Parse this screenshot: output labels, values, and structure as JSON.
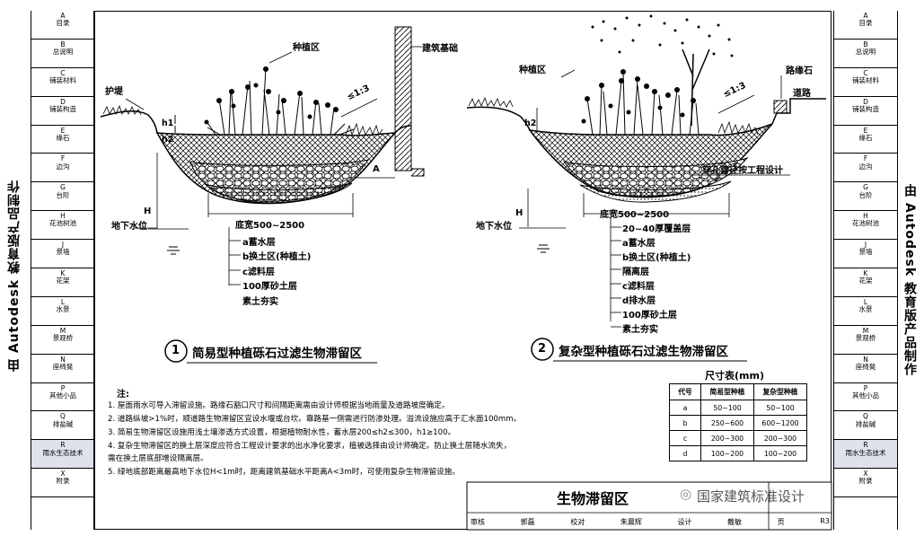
{
  "left_tabs": [
    {
      "code": "A",
      "name": "目录"
    },
    {
      "code": "B",
      "name": "总说明"
    },
    {
      "code": "C",
      "name": "铺装材料"
    },
    {
      "code": "D",
      "name": "铺装构造"
    },
    {
      "code": "E",
      "name": "缘石"
    },
    {
      "code": "F",
      "name": "边沟"
    },
    {
      "code": "G",
      "name": "台阶"
    },
    {
      "code": "H",
      "name": "花池树池"
    },
    {
      "code": "J",
      "name": "景墙"
    },
    {
      "code": "K",
      "name": "花架"
    },
    {
      "code": "L",
      "name": "水景"
    },
    {
      "code": "M",
      "name": "景观桥"
    },
    {
      "code": "N",
      "name": "座椅凳"
    },
    {
      "code": "P",
      "name": "其他小品"
    },
    {
      "code": "Q",
      "name": "排盐碱"
    },
    {
      "code": "R",
      "name": "雨水生态技术"
    },
    {
      "code": "X",
      "name": "附录"
    }
  ],
  "right_tabs": [
    {
      "code": "A",
      "name": "目录"
    },
    {
      "code": "B",
      "name": "总说明"
    },
    {
      "code": "C",
      "name": "铺装材料"
    },
    {
      "code": "D",
      "name": "铺装构造"
    },
    {
      "code": "E",
      "name": "缘石"
    },
    {
      "code": "F",
      "name": "边沟"
    },
    {
      "code": "G",
      "name": "台阶"
    },
    {
      "code": "H",
      "name": "花池树池"
    },
    {
      "code": "J",
      "name": "景墙"
    },
    {
      "code": "K",
      "name": "花架"
    },
    {
      "code": "L",
      "name": "水景"
    },
    {
      "code": "M",
      "name": "景观桥"
    },
    {
      "code": "N",
      "name": "座椅凳"
    },
    {
      "code": "P",
      "name": "其他小品"
    },
    {
      "code": "Q",
      "name": "排盐碱"
    },
    {
      "code": "R",
      "name": "雨水生态技术"
    },
    {
      "code": "X",
      "name": "附录"
    }
  ],
  "active_tab": "R",
  "watermark_left": "由 Autodesk 教育版产品制作",
  "watermark_right": "由 Autodesk 教育版产品制作",
  "diagram1": {
    "number": "1",
    "title": "简易型种植砾石过滤生物滞留区",
    "planting_zone": "种植区",
    "building_foundation": "建筑基础",
    "embankment": "护堤",
    "slope": "≤1:3",
    "h1": "h1",
    "h2": "h2",
    "A": "A",
    "H": "H",
    "groundwater": "地下水位",
    "bottom_width": "底宽500~2500",
    "layers": [
      "a蓄水层",
      "b换土区(种植土)",
      "c滤料层",
      "100厚砂土层",
      "素土夯实"
    ]
  },
  "diagram2": {
    "number": "2",
    "title": "复杂型种植砾石过滤生物滞留区",
    "planting_zone": "种植区",
    "curb": "路缘石",
    "road": "道路",
    "slope": "≤1:3",
    "h2": "h2",
    "H": "H",
    "groundwater": "地下水位",
    "pipe_note": "穿孔管径按工程设计",
    "bottom_width": "底宽500~2500",
    "layers": [
      "20~40厚覆盖层",
      "a蓄水层",
      "b换土区(种植土)",
      "隔离层",
      "c滤料层",
      "d排水层",
      "100厚砂土层",
      "素土夯实"
    ]
  },
  "notes_title": "注:",
  "notes": [
    "1. 屋面雨水可导入滞留设施。路缘石豁口尺寸和间隔距离需由设计师根据当地雨量及道路坡度确定。",
    "2. 道路纵坡>1%时，顺道路生物滞留区宜设水堰或台坎。靠路基一侧需进行防渗处理。溢流设施应高于汇水面100mm。",
    "3. 简易生物滞留区设施用浅土壤渗透方式设置，根据植物耐水性，蓄水层200≤h2≤300，h1≥100。",
    "4. 复杂生物滞留区的换土层深度应符合工程设计要求的出水净化要求，植被选择由设计师确定。防止换土层随水流失，",
    "    需在换土层底部增设隔离层。",
    "5. 绿地底部距离最高地下水位H<1m时，距离建筑基础水平距离A<3m时，可使用复杂生物滞留设施。"
  ],
  "dim_table": {
    "title": "尺寸表(mm)",
    "headers": [
      "代号",
      "简易型种植",
      "复杂型种植"
    ],
    "rows": [
      [
        "a",
        "50~100",
        "50~100"
      ],
      [
        "b",
        "250~600",
        "600~1200"
      ],
      [
        "c",
        "200~300",
        "200~300"
      ],
      [
        "d",
        "100~200",
        "100~200"
      ]
    ]
  },
  "title_block": {
    "title": "生物滞留区",
    "fields": [
      "审核",
      "郭磊",
      "校对",
      "朱晨辉",
      "设计",
      "戴敏",
      "页",
      "R3"
    ]
  },
  "wechat_watermark": "国家建筑标准设计"
}
